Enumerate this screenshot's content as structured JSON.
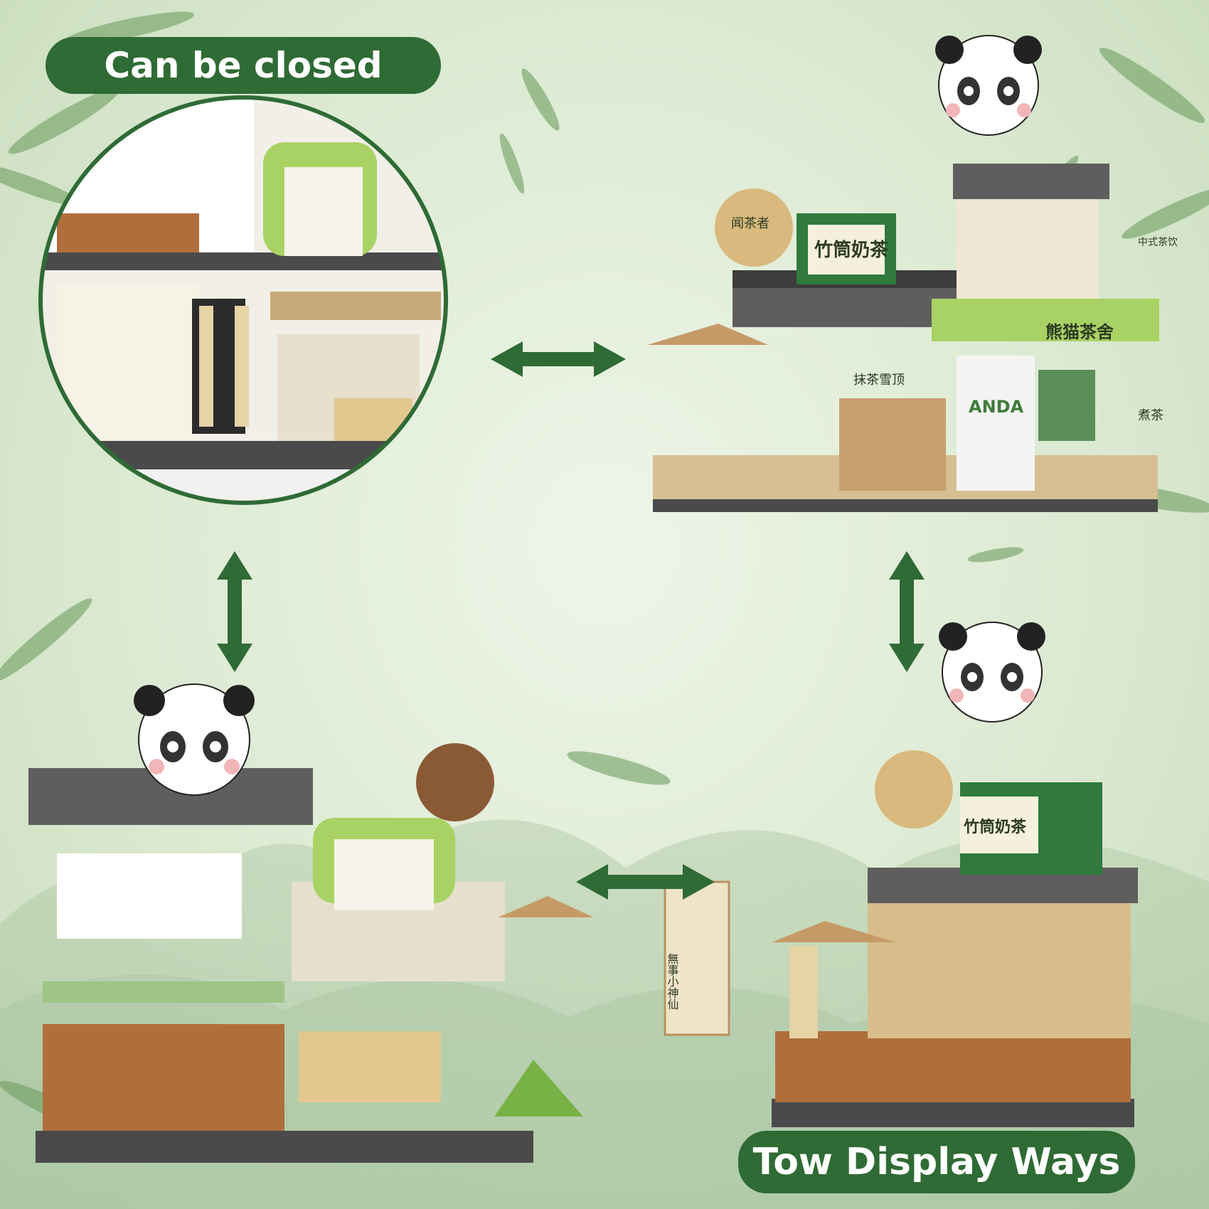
{
  "labels": {
    "closed": "Can be closed",
    "display": "Tow Display Ways"
  },
  "colors": {
    "pill": "#2f6b35",
    "arrow": "#2f6b35",
    "background": "#dcead2"
  },
  "signs": {
    "bamboo_milk_tea": "竹筒奶茶",
    "panda_tea_house": "熊猫茶舍",
    "fan": "闻茶者",
    "chinese_tea": "中式茶饮",
    "scroll": "無事小神仙",
    "brand": "ANDA",
    "board": "抹茶雪顶",
    "chalk": "煮茶"
  }
}
